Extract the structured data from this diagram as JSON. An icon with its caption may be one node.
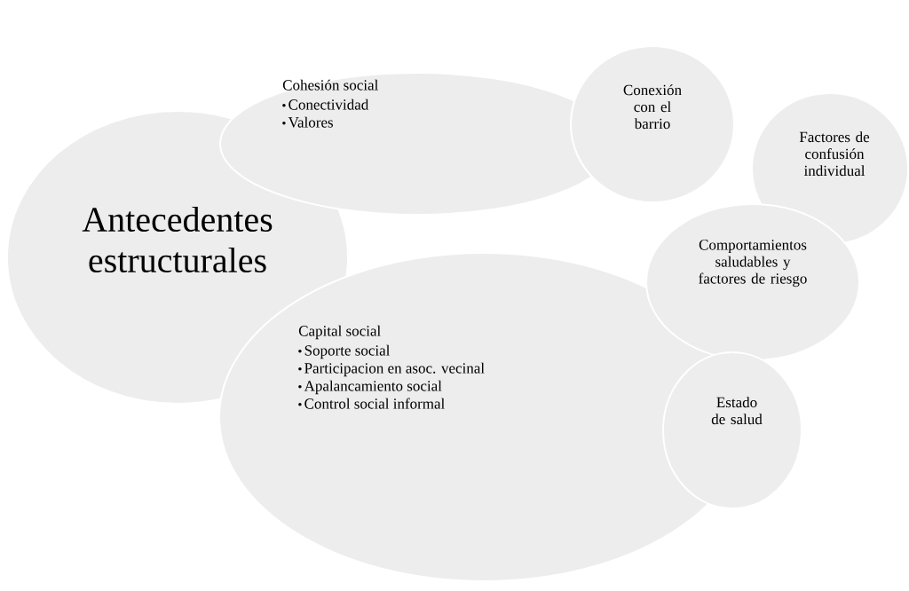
{
  "diagram": {
    "nodes": [
      {
        "text": [
          "Antecedentes estructurales"
        ]
      },
      {
        "text": [
          "Cohesión social",
          "Conectividad",
          "Valores"
        ]
      },
      {
        "text": [
          "Capital social",
          "Soporte social",
          "Participacion en asoc. vecinal",
          "Apalancamiento social",
          "Control social informal"
        ]
      },
      {
        "text": [
          "Conexión con el barrio"
        ]
      },
      {
        "text": [
          "Factores de confusión individual"
        ]
      },
      {
        "text": [
          "Comportamientos saludables y factores de riesgo"
        ]
      },
      {
        "text": [
          "Estado de salud"
        ]
      }
    ]
  }
}
